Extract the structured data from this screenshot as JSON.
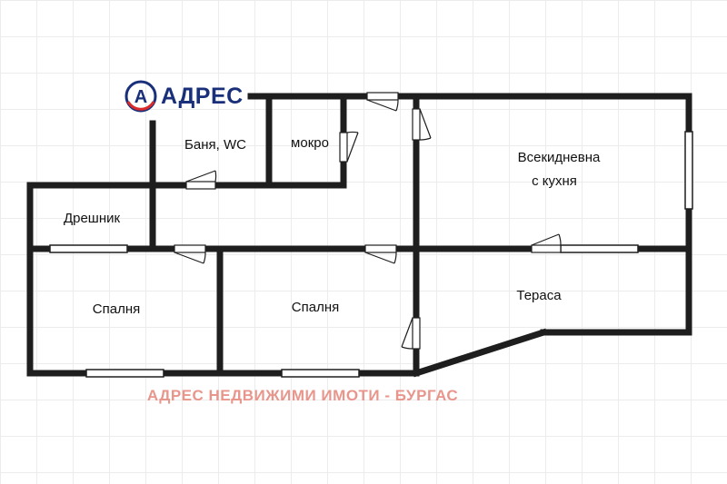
{
  "brand": {
    "logo_text": "АДРЕС",
    "logo_letter": "A",
    "primary_color": "#1a2f7a",
    "accent_color": "#d92b2b"
  },
  "rooms": {
    "bath": "Баня, WC",
    "wet": "мокро",
    "living": "Всекидневна",
    "living_2": "с кухня",
    "closet": "Дрешник",
    "bedroom_1": "Спалня",
    "bedroom_2": "Спалня",
    "terrace": "Тераса"
  },
  "footer": {
    "text": "АДРЕС НЕДВИЖИМИ ИМОТИ - БУРГАС",
    "color": "#e8968c"
  },
  "colors": {
    "wall": "#1e1e1e",
    "grid": "#ececec"
  }
}
